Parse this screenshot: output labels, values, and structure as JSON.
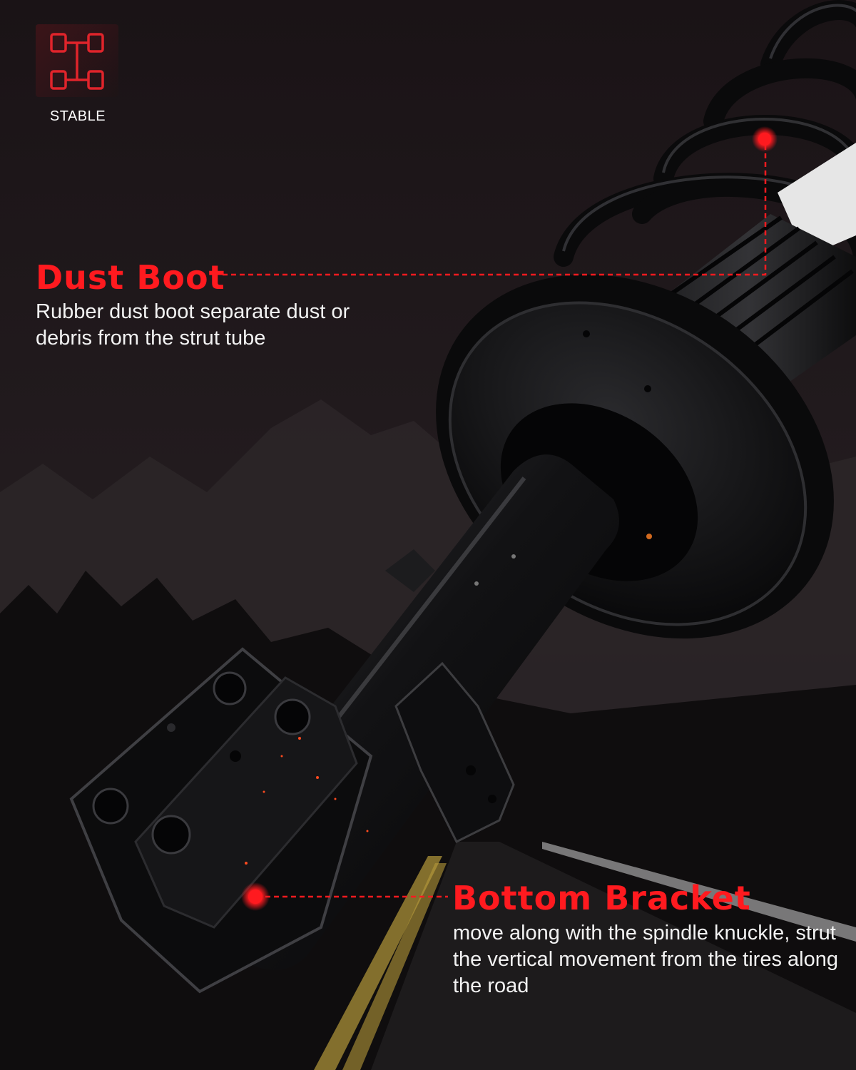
{
  "badge": {
    "icon": "chassis-frame-icon",
    "label": "STABLE"
  },
  "callouts": [
    {
      "title": "Dust Boot",
      "description": "Rubber dust boot separate dust or debris from the strut tube"
    },
    {
      "title": "Bottom Bracket",
      "description": "move along with the spindle knuckle, strut the vertical movement from the tires along the road"
    }
  ],
  "colors": {
    "accent": "#ff1a1f",
    "background": "#171214",
    "text": "#f2f2f2"
  }
}
